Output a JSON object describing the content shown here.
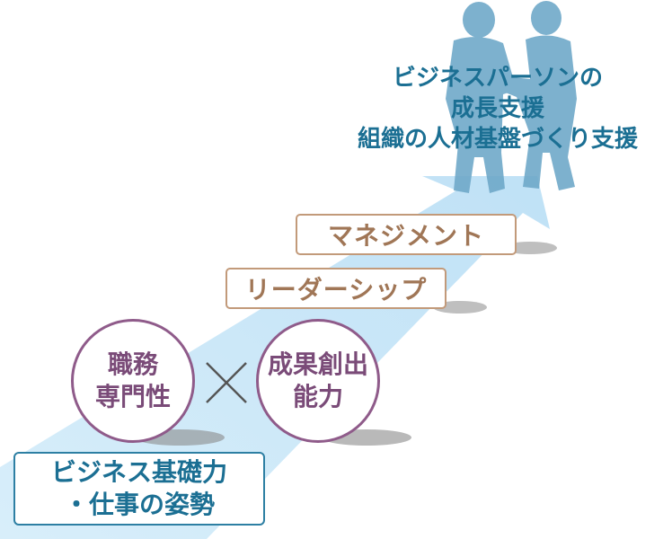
{
  "goal": {
    "lines": [
      "ビジネスパーソンの",
      "成長支援",
      "組織の人材基盤づくり支援"
    ]
  },
  "steps": {
    "management": "マネジメント",
    "leadership": "リーダーシップ"
  },
  "circles": {
    "left": [
      "職務",
      "専門性"
    ],
    "right": [
      "成果創出",
      "能力"
    ]
  },
  "operator": "×",
  "base": {
    "lines": [
      "ビジネス基礎力",
      "・仕事の姿勢"
    ]
  },
  "colors": {
    "arrow": "#cfe8f8",
    "silhouette": "#6fa9c9",
    "title": "#1b6f93",
    "step_border": "#c29a7a",
    "circle_border": "#8f5b8a",
    "base_border": "#2d7fa3"
  }
}
